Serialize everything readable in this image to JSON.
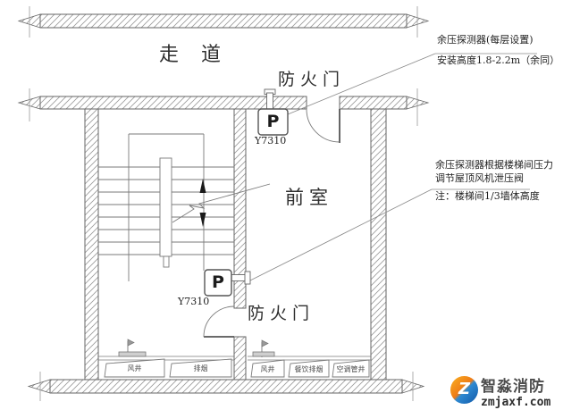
{
  "drawing": {
    "rooms": {
      "corridor_label": "走 道",
      "front_room_label": "前室"
    },
    "doors": {
      "top_label": "防火门",
      "bottom_label": "防火门"
    },
    "detectors": {
      "top": {
        "letter": "P",
        "model": "Y7310"
      },
      "bottom": {
        "letter": "P",
        "model": "Y7310"
      }
    },
    "annotations": {
      "note1_line1": "余压探测器(每层设置)",
      "note1_line2": "安装高度1.8-2.2m（余同）",
      "note2_line1": "余压探测器根据楼梯间压力",
      "note2_line2": "调节屋顶风机泄压阀",
      "note2_line3": "注：楼梯间1/3墙体高度"
    },
    "shafts": {
      "stairwell": [
        "风井",
        "排烟"
      ],
      "front_room": [
        "风井",
        "餐饮排烟",
        "空调管井"
      ]
    }
  },
  "watermark": {
    "brand": "智淼消防",
    "domain": "zmjaxf.com",
    "logo_letter": "Z"
  },
  "colors": {
    "wall_line": "#666666",
    "thin_line": "#7a7a7a",
    "hatch": "#9a9a9a",
    "text": "#2e2e2e",
    "watermark_orange": "#ef7b16",
    "watermark_blue": "#1157a7"
  }
}
